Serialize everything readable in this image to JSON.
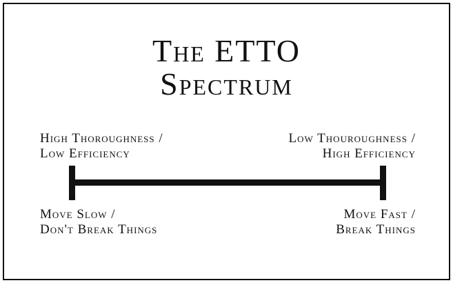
{
  "title": {
    "line1": "The ETTO",
    "line2": "Spectrum"
  },
  "left": {
    "top_line1": "High Thoroughness /",
    "top_line2": "Low Efficiency",
    "bottom_line1": "Move Slow /",
    "bottom_line2": "Don't Break Things"
  },
  "right": {
    "top_line1": "Low Thouroughness /",
    "top_line2": "High Efficiency",
    "bottom_line1": "Move Fast /",
    "bottom_line2": "Break Things"
  },
  "colors": {
    "ink": "#111111",
    "background": "#ffffff"
  }
}
